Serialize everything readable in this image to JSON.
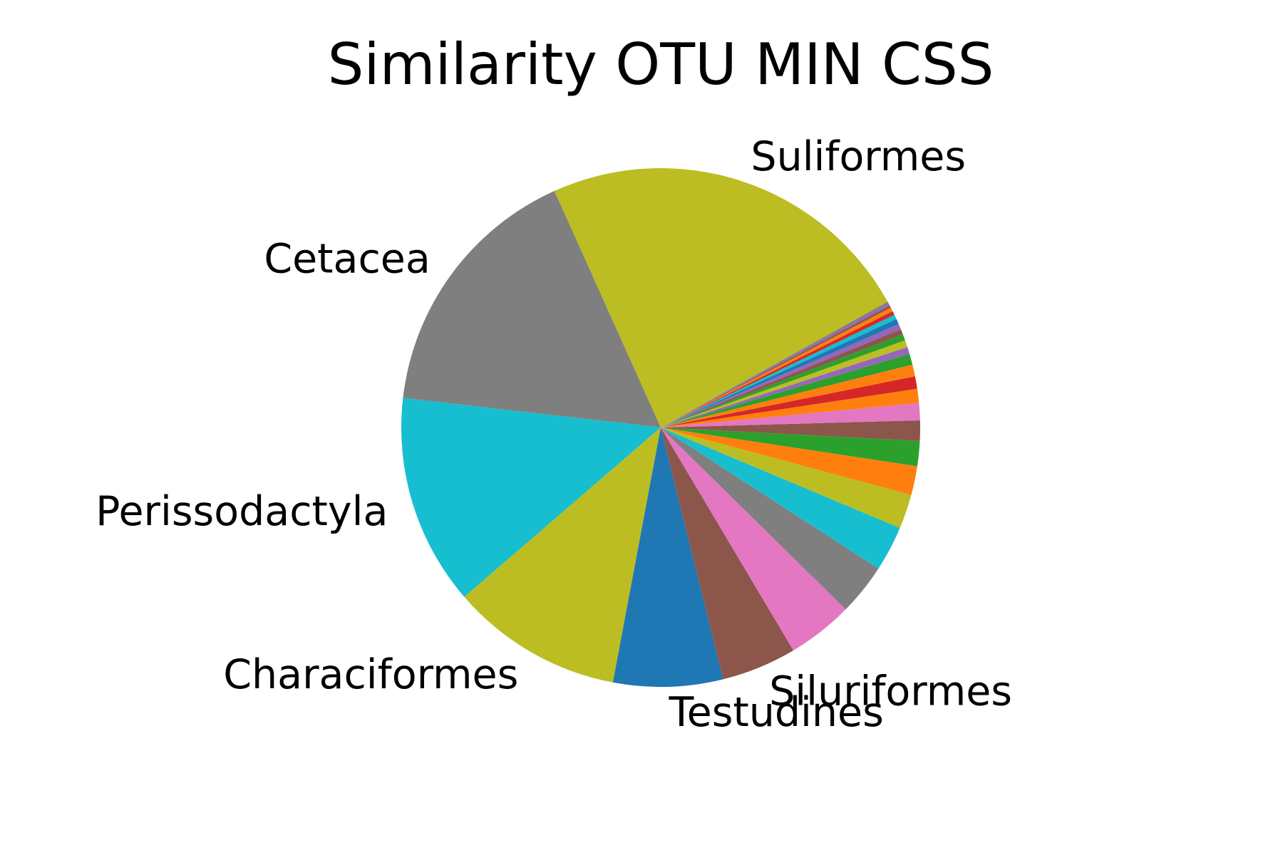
{
  "chart_data": {
    "type": "pie",
    "title": "Similarity OTU MIN CSS",
    "start_angle_deg": 29,
    "direction": "counterclockwise",
    "legend": "none",
    "slices": [
      {
        "label": "Suliformes",
        "value": 24.3,
        "color": "#bcbd22"
      },
      {
        "label": "Cetacea",
        "value": 16.9,
        "color": "#7f7f7f"
      },
      {
        "label": "Perissodactyla",
        "value": 13.5,
        "color": "#17becf"
      },
      {
        "label": "Characiformes",
        "value": 11.0,
        "color": "#bcbd22"
      },
      {
        "label": "Testudines",
        "value": 7.0,
        "color": "#1f77b4"
      },
      {
        "label": "Siluriformes",
        "value": 4.8,
        "color": "#8c564b"
      },
      {
        "label": "",
        "value": 4.2,
        "color": "#e377c2"
      },
      {
        "label": "",
        "value": 3.3,
        "color": "#7f7f7f"
      },
      {
        "label": "",
        "value": 2.9,
        "color": "#17becf"
      },
      {
        "label": "",
        "value": 2.2,
        "color": "#bcbd22"
      },
      {
        "label": "",
        "value": 1.85,
        "color": "#ff7f0e"
      },
      {
        "label": "",
        "value": 1.6,
        "color": "#2ca02c"
      },
      {
        "label": "",
        "value": 1.3,
        "color": "#8c564b"
      },
      {
        "label": "",
        "value": 1.1,
        "color": "#e377c2"
      },
      {
        "label": "",
        "value": 0.9,
        "color": "#ff7f0e"
      },
      {
        "label": "",
        "value": 0.8,
        "color": "#d62728"
      },
      {
        "label": "",
        "value": 0.75,
        "color": "#ff7f0e"
      },
      {
        "label": "",
        "value": 0.7,
        "color": "#2ca02c"
      },
      {
        "label": "",
        "value": 0.45,
        "color": "#9467bd"
      },
      {
        "label": "",
        "value": 0.45,
        "color": "#bcbd22"
      },
      {
        "label": "",
        "value": 0.4,
        "color": "#2ca02c"
      },
      {
        "label": "",
        "value": 0.35,
        "color": "#8c564b"
      },
      {
        "label": "",
        "value": 0.35,
        "color": "#9467bd"
      },
      {
        "label": "",
        "value": 0.35,
        "color": "#1f77b4"
      },
      {
        "label": "",
        "value": 0.3,
        "color": "#17becf"
      },
      {
        "label": "",
        "value": 0.25,
        "color": "#d62728"
      },
      {
        "label": "",
        "value": 0.25,
        "color": "#ff7f0e"
      },
      {
        "label": "",
        "value": 0.15,
        "color": "#8c564b"
      },
      {
        "label": "",
        "value": 0.15,
        "color": "#9467bd"
      },
      {
        "label": "",
        "value": 0.12,
        "color": "#7f7f7f"
      }
    ]
  }
}
